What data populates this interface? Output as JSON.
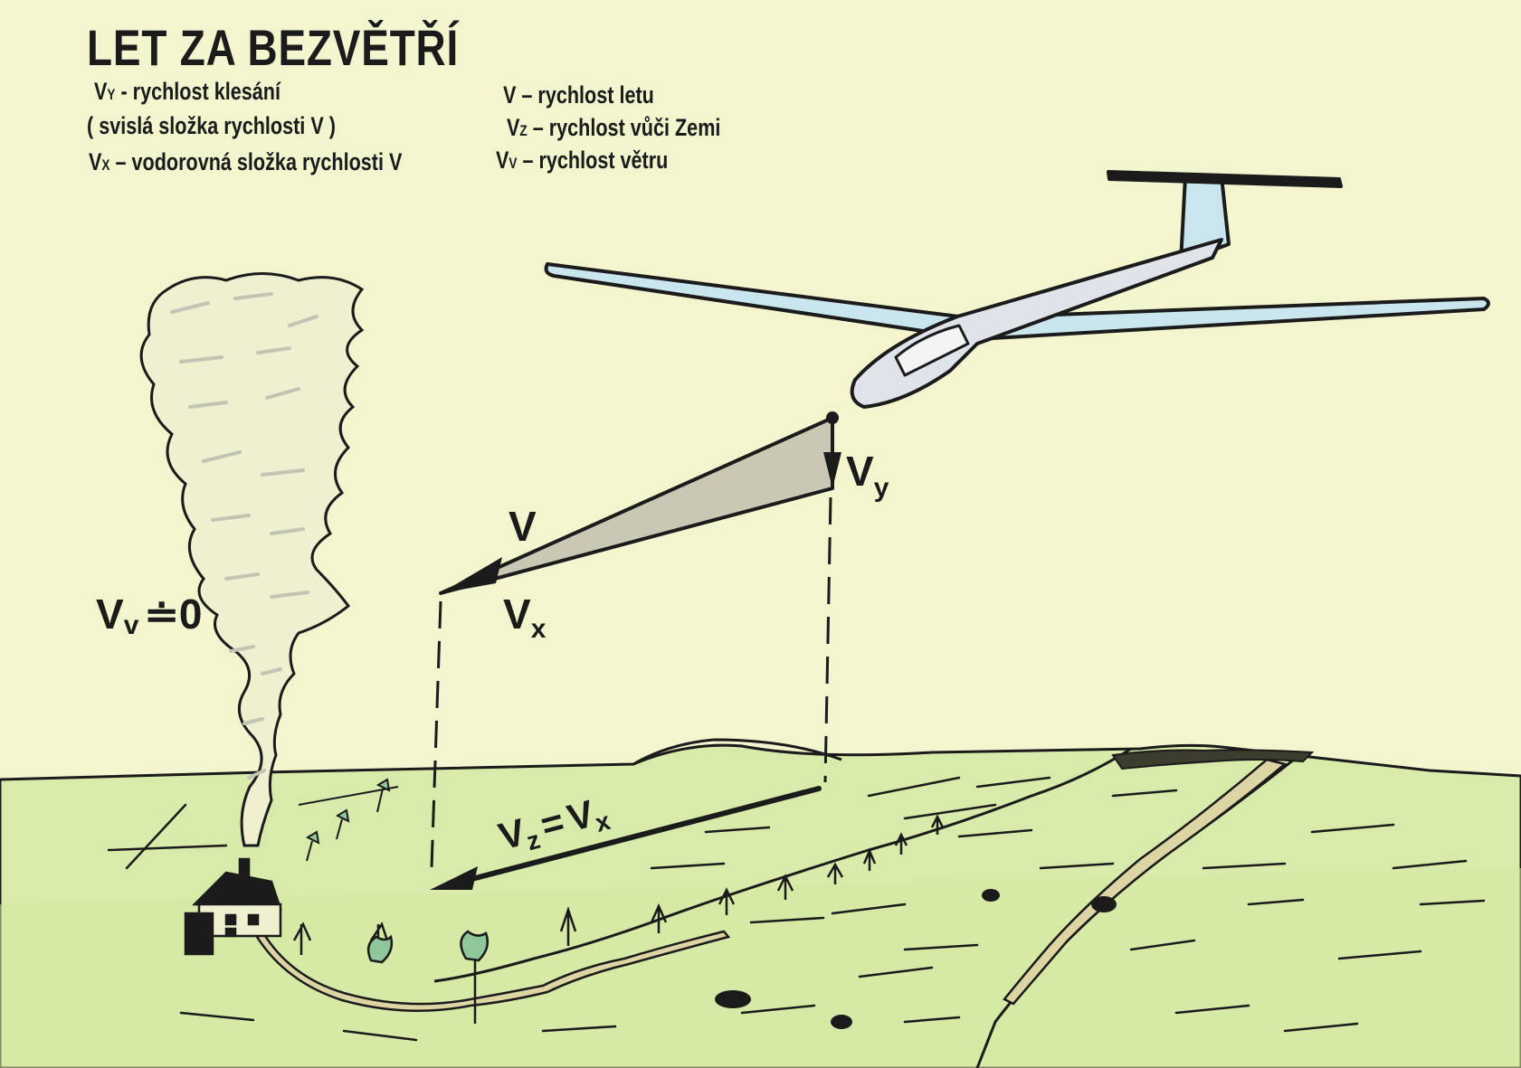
{
  "title": "LET ZA BEZVĚTŘÍ",
  "legend": [
    {
      "sym": "V",
      "sub": "Y",
      "text": " - rychlost klesání"
    },
    {
      "sym": "",
      "sub": "",
      "text": "( svislá složka rychlosti V )"
    },
    {
      "sym": "V",
      "sub": "X",
      "text": " – vodorovná složka rychlosti  V"
    },
    {
      "sym": "V",
      "sub": "",
      "text": " – rychlost letu"
    },
    {
      "sym": "V",
      "sub": "Z",
      "text": " – rychlost vůči Zemi"
    },
    {
      "sym": "V",
      "sub": "V",
      "text": " – rychlost větru"
    }
  ],
  "diagram_labels": {
    "v": "V",
    "vx_main": "V",
    "vx_sub": "x",
    "vy_main": "V",
    "vy_sub": "y",
    "wind_main": "V",
    "wind_sub": "v",
    "wind_rel": "≐0",
    "ground_lhs_main": "V",
    "ground_lhs_sub": "z",
    "ground_eq": "=",
    "ground_rhs_main": "V",
    "ground_rhs_sub": "x"
  },
  "colors": {
    "background": "#f3f5cf",
    "ground": "#d9ebab",
    "wing": "#c9e6ee",
    "triangle_fill": "#c8c8b4",
    "ink": "#1b1b1b",
    "road": "#ddd5a4"
  }
}
